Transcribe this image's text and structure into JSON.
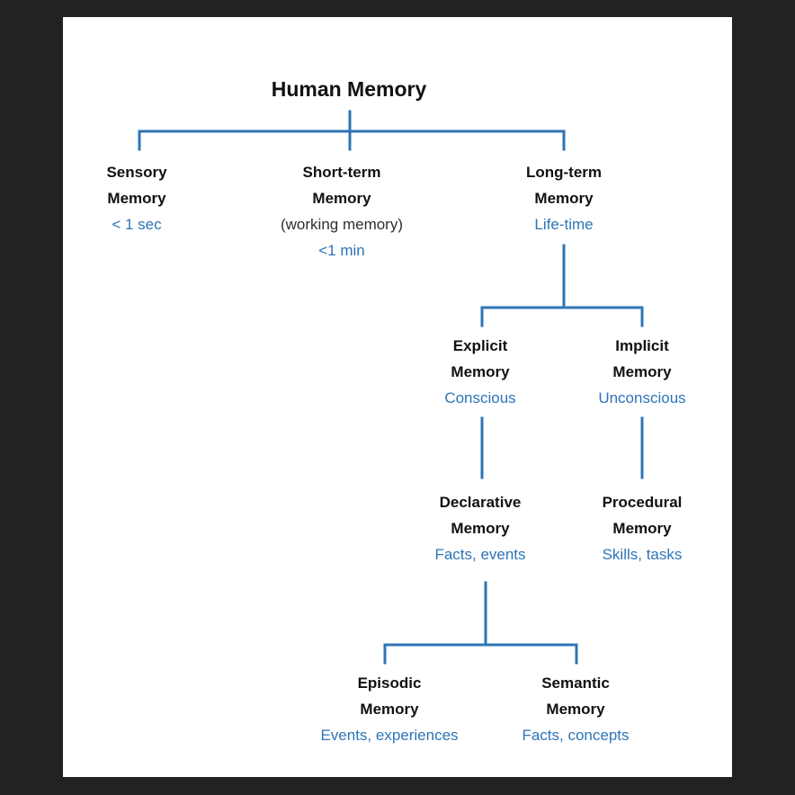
{
  "title": "Human Memory",
  "accent_color": "#2e75b6",
  "nodes": {
    "sensory": {
      "line1": "Sensory",
      "line2": "Memory",
      "detail": "< 1 sec"
    },
    "short_term": {
      "line1": "Short-term",
      "line2": "Memory",
      "note": "(working memory)",
      "detail": "<1 min"
    },
    "long_term": {
      "line1": "Long-term",
      "line2": "Memory",
      "detail": "Life-time"
    },
    "explicit": {
      "line1": "Explicit",
      "line2": "Memory",
      "detail": "Conscious"
    },
    "implicit": {
      "line1": "Implicit",
      "line2": "Memory",
      "detail": "Unconscious"
    },
    "declarative": {
      "line1": "Declarative",
      "line2": "Memory",
      "detail": "Facts, events"
    },
    "procedural": {
      "line1": "Procedural",
      "line2": "Memory",
      "detail": "Skills, tasks"
    },
    "episodic": {
      "line1": "Episodic",
      "line2": "Memory",
      "detail": "Events, experiences"
    },
    "semantic": {
      "line1": "Semantic",
      "line2": "Memory",
      "detail": "Facts, concepts"
    }
  }
}
